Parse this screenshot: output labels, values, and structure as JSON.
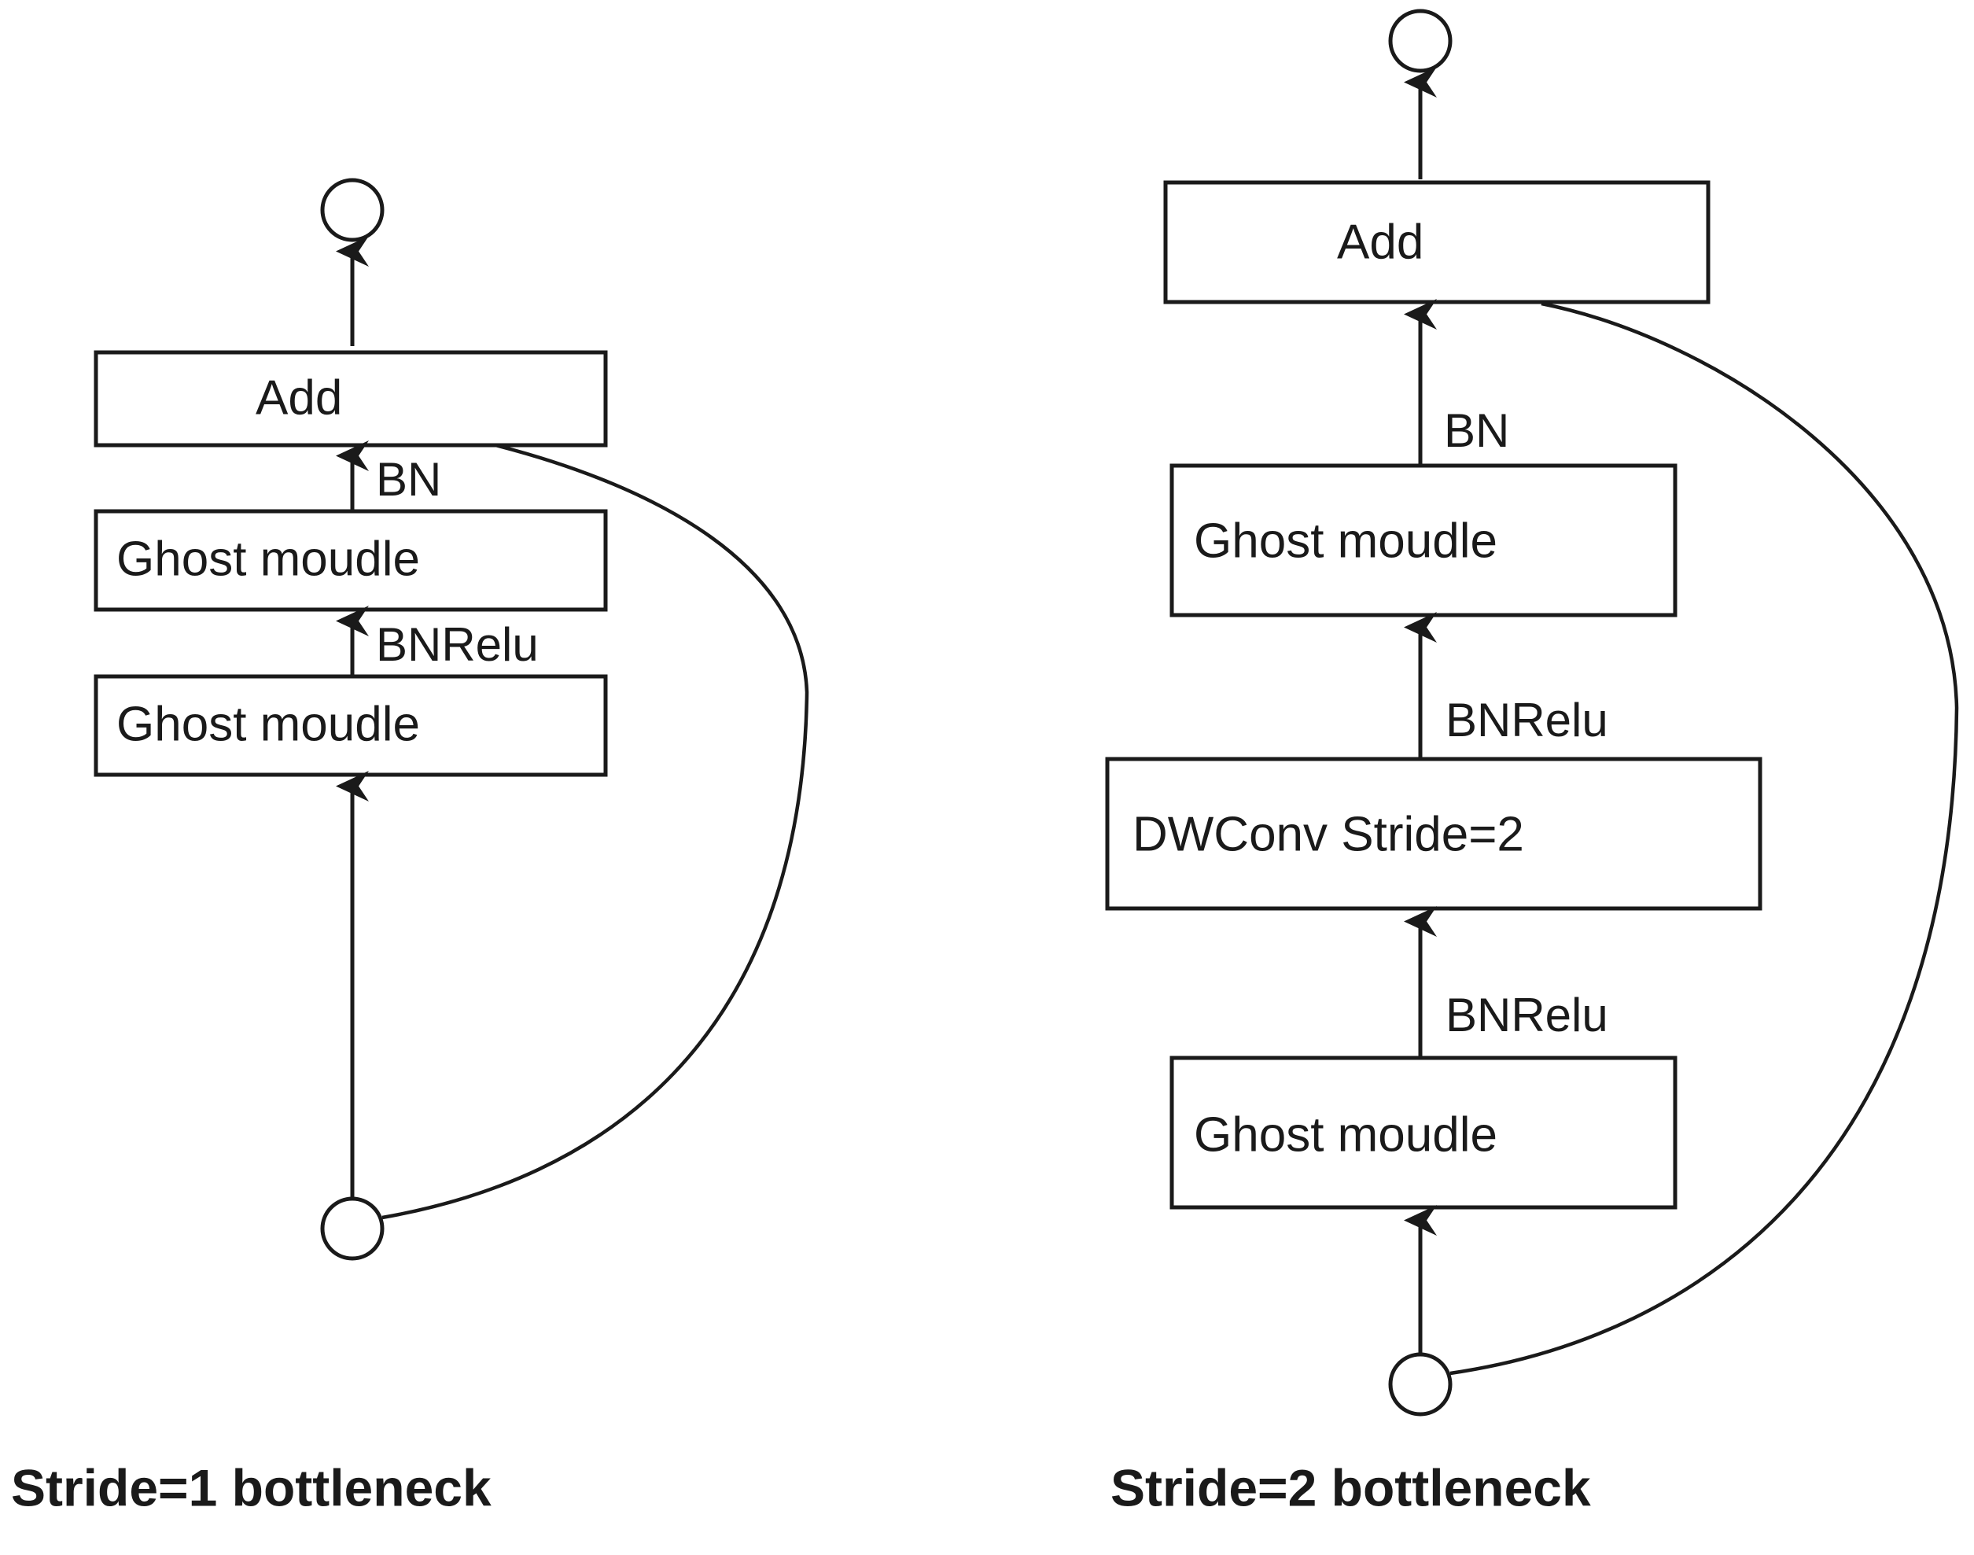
{
  "figure": {
    "background_color": "#ffffff",
    "stroke_color": "#1a1a1a",
    "panels": [
      {
        "id": "stride1",
        "caption": "Stride=1 bottleneck",
        "output_node": "output-circle",
        "input_node": "input-circle",
        "blocks": [
          {
            "label": "Add"
          },
          {
            "label": "Ghost moudle"
          },
          {
            "label": "Ghost moudle"
          }
        ],
        "edge_labels": [
          "BN",
          "BNRelu"
        ],
        "skip_connection": "input to Add"
      },
      {
        "id": "stride2",
        "caption": "Stride=2 bottleneck",
        "output_node": "output-circle",
        "input_node": "input-circle",
        "blocks": [
          {
            "label": "Add"
          },
          {
            "label": "Ghost moudle"
          },
          {
            "label": "DWConv Stride=2"
          },
          {
            "label": "Ghost moudle"
          }
        ],
        "edge_labels": [
          "BN",
          "BNRelu",
          "BNRelu"
        ],
        "skip_connection": "input to Add"
      }
    ]
  },
  "left": {
    "add_label": "Add",
    "ghost_top_label": "Ghost moudle",
    "ghost_bottom_label": "Ghost moudle",
    "bn_label": "BN",
    "bnrelu_label": "BNRelu",
    "caption": "Stride=1 bottleneck"
  },
  "right": {
    "add_label": "Add",
    "ghost_top_label": "Ghost moudle",
    "dwconv_label": "DWConv Stride=2",
    "ghost_bottom_label": "Ghost moudle",
    "bn_label": "BN",
    "bnrelu_upper_label": "BNRelu",
    "bnrelu_lower_label": "BNRelu",
    "caption": "Stride=2 bottleneck"
  }
}
